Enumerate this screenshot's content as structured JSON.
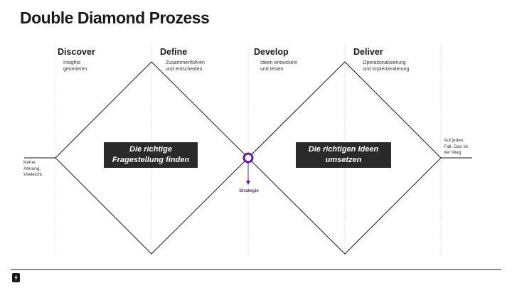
{
  "title": "Double Diamond Prozess",
  "phases": [
    {
      "name": "Discover",
      "desc": [
        "Insights",
        "generieren"
      ]
    },
    {
      "name": "Define",
      "desc": [
        "Zusammenführen",
        "und entscheiden"
      ]
    },
    {
      "name": "Develop",
      "desc": [
        "Ideen entwickeln",
        "und testen"
      ]
    },
    {
      "name": "Deliver",
      "desc": [
        "Operationalisierung",
        "und implementierung"
      ]
    }
  ],
  "left_note": [
    "Keine",
    "Ahnung,",
    "Vielleicht"
  ],
  "right_note": [
    "Auf jeden",
    "Fall. Das ist",
    "der Weg"
  ],
  "box_left": [
    "Die richtige",
    "Fragestellung finden"
  ],
  "box_right": [
    "Die richtigen Ideen",
    "umsetzen"
  ],
  "center_label": "Strategie",
  "colors": {
    "accent": "#5b1f9e",
    "box": "#2a2a2a",
    "line": "#1a1a1a",
    "grid": "#d8d8d8"
  },
  "icons": {
    "logo": "brand-logo-icon",
    "center": "circle-marker-icon"
  }
}
